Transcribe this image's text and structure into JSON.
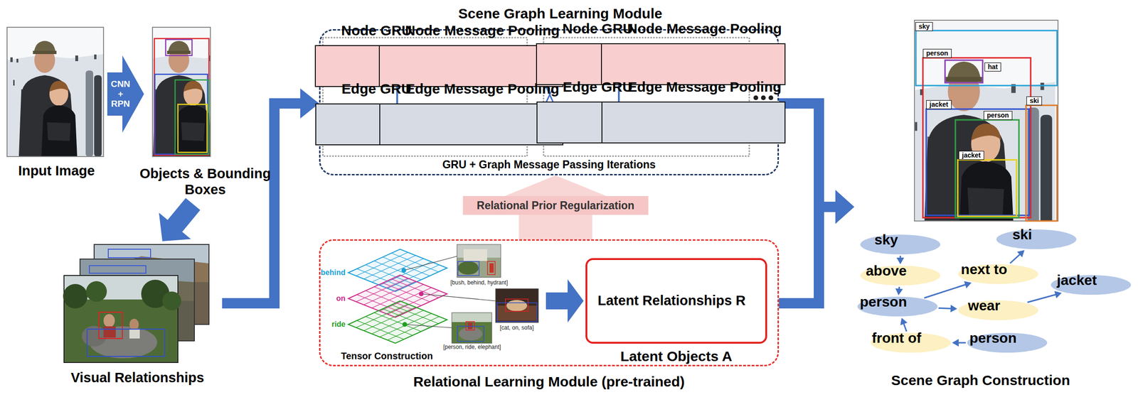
{
  "diagram": {
    "nodes": [
      {
        "text": [
          "Input Image"
        ]
      },
      {
        "text": [
          "Objects & Bounding Boxes"
        ]
      },
      {
        "text": [
          "Visual Relationships"
        ]
      },
      {
        "text": [
          "Scene Graph Learning Module",
          "GRU + Graph Message Passing Iterations"
        ]
      },
      {
        "text": [
          "Node GRU"
        ],
        "in": 3
      },
      {
        "text": [
          "Node Message Pooling"
        ],
        "in": 3
      },
      {
        "text": [
          "Edge GRU"
        ],
        "in": 3
      },
      {
        "text": [
          "Edge Message Pooling"
        ],
        "in": 3
      },
      {
        "text": [
          "Node GRU"
        ],
        "in": 3
      },
      {
        "text": [
          "Node Message Pooling"
        ],
        "in": 3
      },
      {
        "text": [
          "Edge GRU"
        ],
        "in": 3
      },
      {
        "text": [
          "Edge Message Pooling"
        ],
        "in": 3
      },
      {
        "text": [
          "Relational Learning Module (pre-trained)"
        ]
      },
      {
        "text": [
          "Latent Objects A",
          "Latent Relationships R"
        ],
        "in": 12
      },
      {
        "text": [
          "Scene Graph Construction"
        ]
      },
      {
        "text": [
          "sky"
        ],
        "in": 14
      },
      {
        "text": [
          "above"
        ],
        "in": 14
      },
      {
        "text": [
          "person"
        ],
        "in": 14
      },
      {
        "text": [
          "next to"
        ],
        "in": 14
      },
      {
        "text": [
          "ski"
        ],
        "in": 14
      },
      {
        "text": [
          "wear"
        ],
        "in": 14
      },
      {
        "text": [
          "jacket"
        ],
        "in": 14
      },
      {
        "text": [
          "front of"
        ],
        "in": 14
      },
      {
        "text": [
          "person"
        ],
        "in": 14
      }
    ],
    "edges": [
      {
        "from": 0,
        "to": 1,
        "label": "CNN + RPN",
        "arrow": "to"
      },
      {
        "from": 1,
        "to": 2,
        "arrow": "to"
      },
      {
        "from": 2,
        "to": 3,
        "arrow": "to"
      },
      {
        "from": 4,
        "to": 5,
        "arrow": "to"
      },
      {
        "from": 6,
        "to": 7,
        "arrow": "to"
      },
      {
        "from": 4,
        "to": 7,
        "arrow": "to"
      },
      {
        "from": 6,
        "to": 5,
        "arrow": "to"
      },
      {
        "from": 5,
        "to": 10,
        "arrow": "to"
      },
      {
        "from": 7,
        "to": 8,
        "arrow": "to"
      },
      {
        "from": 8,
        "to": 9,
        "arrow": "to"
      },
      {
        "from": 10,
        "to": 11,
        "arrow": "to"
      },
      {
        "from": 8,
        "to": 11,
        "arrow": "to"
      },
      {
        "from": 10,
        "to": 9,
        "arrow": "to"
      },
      {
        "from": 12,
        "to": 3,
        "label": "Relational Prior Regularization",
        "arrow": "to"
      },
      {
        "from": 3,
        "to": 14,
        "arrow": "to"
      },
      {
        "from": 12,
        "to": 14,
        "arrow": "to"
      },
      {
        "from": 15,
        "to": 16,
        "arrow": "to"
      },
      {
        "from": 16,
        "to": 17,
        "arrow": "to"
      },
      {
        "from": 17,
        "to": 18,
        "arrow": "to"
      },
      {
        "from": 18,
        "to": 19,
        "arrow": "to"
      },
      {
        "from": 17,
        "to": 20,
        "arrow": "to"
      },
      {
        "from": 20,
        "to": 21,
        "arrow": "to"
      },
      {
        "from": 23,
        "to": 22,
        "arrow": "to"
      },
      {
        "from": 22,
        "to": 17,
        "arrow": "to"
      }
    ],
    "labels": [
      "behind",
      "on",
      "ride",
      "[bush, behind, hydrant]",
      "[cat, on, sofa]",
      "[person, ride, elephant]",
      "Tensor Construction",
      "sky",
      "person",
      "hat",
      "jacket",
      "person",
      "ski",
      "jacket"
    ]
  }
}
